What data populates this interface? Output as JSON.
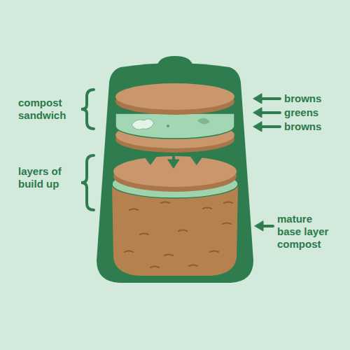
{
  "diagram": {
    "labels": [
      "compost sandwich",
      "layers of build up",
      "browns",
      "greens",
      "browns",
      "mature base layer compost"
    ]
  }
}
